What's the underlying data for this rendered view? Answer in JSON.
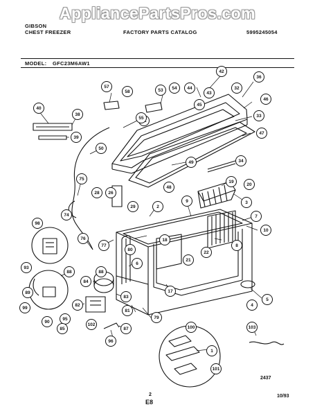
{
  "watermark": "AppliancePartsPros.com",
  "header": {
    "brand": "GIBSON",
    "product": "CHEST FREEZER",
    "catalog_title": "FACTORY PARTS CATALOG",
    "part_number": "5995245054"
  },
  "model": {
    "label": "MODEL:",
    "value": "GFC23M6AW1"
  },
  "footer": {
    "drawing_number": "2437",
    "page_number": "2",
    "section_code": "E8",
    "date": "10/93"
  },
  "callouts": [
    {
      "id": "c42",
      "label": "42"
    },
    {
      "id": "c36",
      "label": "36"
    },
    {
      "id": "c57",
      "label": "57"
    },
    {
      "id": "c58",
      "label": "58"
    },
    {
      "id": "c53",
      "label": "53"
    },
    {
      "id": "c54",
      "label": "54"
    },
    {
      "id": "c44",
      "label": "44"
    },
    {
      "id": "c43",
      "label": "43"
    },
    {
      "id": "c32",
      "label": "32"
    },
    {
      "id": "c46",
      "label": "46"
    },
    {
      "id": "c45",
      "label": "45"
    },
    {
      "id": "c40",
      "label": "40"
    },
    {
      "id": "c38",
      "label": "38"
    },
    {
      "id": "c33",
      "label": "33"
    },
    {
      "id": "c51",
      "label": "51"
    },
    {
      "id": "c55",
      "label": "55"
    },
    {
      "id": "c39",
      "label": "39"
    },
    {
      "id": "c47",
      "label": "47"
    },
    {
      "id": "c50",
      "label": "50"
    },
    {
      "id": "c49",
      "label": "49"
    },
    {
      "id": "c34",
      "label": "34"
    },
    {
      "id": "c75",
      "label": "75"
    },
    {
      "id": "c48",
      "label": "48"
    },
    {
      "id": "c19",
      "label": "19"
    },
    {
      "id": "c20",
      "label": "20"
    },
    {
      "id": "c28",
      "label": "28"
    },
    {
      "id": "c3",
      "label": "3"
    },
    {
      "id": "c29",
      "label": "29"
    },
    {
      "id": "c2",
      "label": "2"
    },
    {
      "id": "c9",
      "label": "9"
    },
    {
      "id": "c7",
      "label": "7"
    },
    {
      "id": "c74",
      "label": "74"
    },
    {
      "id": "c98",
      "label": "98"
    },
    {
      "id": "c10",
      "label": "10"
    },
    {
      "id": "c76",
      "label": "76"
    },
    {
      "id": "c77",
      "label": "77"
    },
    {
      "id": "c80",
      "label": "80"
    },
    {
      "id": "c18",
      "label": "18"
    },
    {
      "id": "c8",
      "label": "8"
    },
    {
      "id": "c21",
      "label": "21"
    },
    {
      "id": "c22",
      "label": "22"
    },
    {
      "id": "c93",
      "label": "93"
    },
    {
      "id": "c88a",
      "label": "88"
    },
    {
      "id": "c88b",
      "label": "88"
    },
    {
      "id": "c6",
      "label": "6"
    },
    {
      "id": "c17",
      "label": "17"
    },
    {
      "id": "c84",
      "label": "84"
    },
    {
      "id": "c83",
      "label": "83"
    },
    {
      "id": "c82",
      "label": "82"
    },
    {
      "id": "c89",
      "label": "89"
    },
    {
      "id": "c90",
      "label": "90"
    },
    {
      "id": "c81",
      "label": "81"
    },
    {
      "id": "c4",
      "label": "4"
    },
    {
      "id": "c5",
      "label": "5"
    },
    {
      "id": "c79",
      "label": "79"
    },
    {
      "id": "c102",
      "label": "102"
    },
    {
      "id": "c95",
      "label": "95"
    },
    {
      "id": "c87",
      "label": "87"
    },
    {
      "id": "c96",
      "label": "96"
    },
    {
      "id": "c100",
      "label": "100"
    },
    {
      "id": "c103",
      "label": "103"
    },
    {
      "id": "c1",
      "label": "1"
    },
    {
      "id": "c101",
      "label": "101"
    },
    {
      "id": "c85",
      "label": "85"
    },
    {
      "id": "c26",
      "label": "26"
    },
    {
      "id": "c99",
      "label": "99"
    }
  ]
}
